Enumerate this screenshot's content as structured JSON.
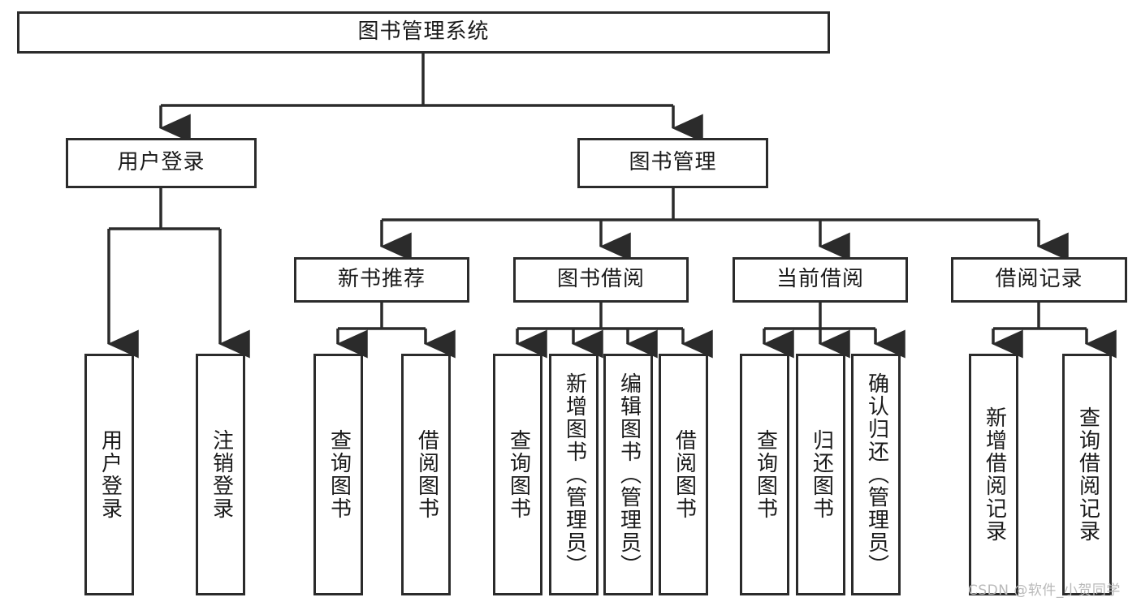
{
  "diagram": {
    "type": "tree",
    "title": "图书管理系统",
    "orientation": "top-down",
    "colors": {
      "box_border": "#2b2b2b",
      "box_fill": "#ffffff",
      "edge": "#2b2b2b",
      "text": "#1a1a1a",
      "watermark": "#b9b9b9",
      "background": "#ffffff"
    },
    "root": {
      "label": "图书管理系统"
    },
    "level2": [
      {
        "label": "用户登录"
      },
      {
        "label": "图书管理"
      }
    ],
    "level3": [
      {
        "label": "新书推荐"
      },
      {
        "label": "图书借阅"
      },
      {
        "label": "当前借阅"
      },
      {
        "label": "借阅记录"
      }
    ],
    "leaves_user_login": [
      {
        "label": "用户登录"
      },
      {
        "label": "注销登录"
      }
    ],
    "leaves_new_book": [
      {
        "label": "查询图书"
      },
      {
        "label": "借阅图书"
      }
    ],
    "leaves_borrow": [
      {
        "label": "查询图书"
      },
      {
        "label": "新增图书（管理员）"
      },
      {
        "label": "编辑图书（管理员）"
      },
      {
        "label": "借阅图书"
      }
    ],
    "leaves_current": [
      {
        "label": "查询图书"
      },
      {
        "label": "归还图书"
      },
      {
        "label": "确认归还（管理员）"
      }
    ],
    "leaves_records": [
      {
        "label": "新增借阅记录"
      },
      {
        "label": "查询借阅记录"
      }
    ]
  },
  "watermark": {
    "text": "CSDN @软件_小贺同学"
  }
}
